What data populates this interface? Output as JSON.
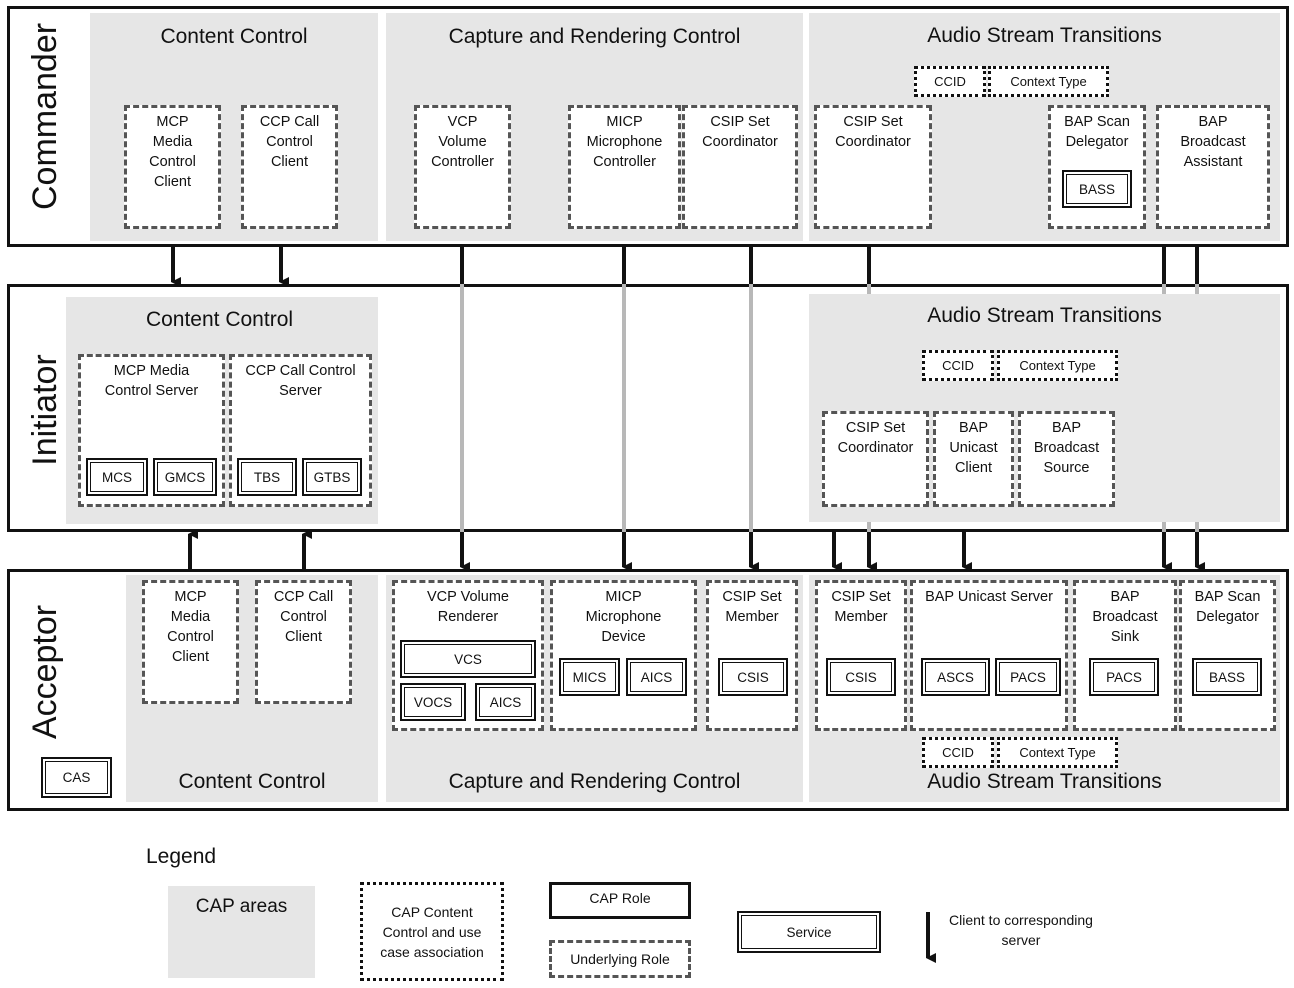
{
  "rows": {
    "commander": "Commander",
    "initiator": "Initiator",
    "acceptor": "Acceptor"
  },
  "commander": {
    "content_control": {
      "title": "Content Control",
      "mcp": "MCP\nMedia\nControl\nClient",
      "ccp": "CCP Call\nControl\nClient"
    },
    "capture": {
      "title": "Capture and Rendering Control",
      "vcp": "VCP\nVolume\nController",
      "micp": "MICP\nMicrophone\nController",
      "csip": "CSIP Set\nCoordinator"
    },
    "audio": {
      "title": "Audio Stream Transitions",
      "ccid": "CCID",
      "context_type": "Context Type",
      "csip": "CSIP Set\nCoordinator",
      "bap_scan": "BAP Scan\nDelegator",
      "bass": "BASS",
      "bap_assistant": "BAP\nBroadcast\nAssistant"
    }
  },
  "initiator": {
    "content_control": {
      "title": "Content Control",
      "mcp": "MCP Media\nControl Server",
      "ccp": "CCP Call Control\nServer",
      "mcs": "MCS",
      "gmcs": "GMCS",
      "tbs": "TBS",
      "gtbs": "GTBS"
    },
    "audio": {
      "title": "Audio Stream Transitions",
      "ccid": "CCID",
      "context_type": "Context Type",
      "csip": "CSIP Set\nCoordinator",
      "bap_unicast": "BAP\nUnicast\nClient",
      "bap_source": "BAP\nBroadcast\nSource"
    }
  },
  "acceptor": {
    "cas": "CAS",
    "content_control": {
      "title": "Content Control",
      "mcp": "MCP\nMedia\nControl\nClient",
      "ccp": "CCP Call\nControl\nClient"
    },
    "capture": {
      "title": "Capture and Rendering Control",
      "vcp": "VCP Volume\nRenderer",
      "vcs": "VCS",
      "vocs": "VOCS",
      "aics": "AICS",
      "micp": "MICP\nMicrophone\nDevice",
      "mics": "MICS",
      "aics2": "AICS",
      "csip": "CSIP Set\nMember",
      "csis": "CSIS"
    },
    "audio": {
      "title": "Audio Stream Transitions",
      "csip": "CSIP Set\nMember",
      "csis": "CSIS",
      "bap_unicast": "BAP Unicast Server",
      "ascs": "ASCS",
      "pacs": "PACS",
      "bap_sink": "BAP\nBroadcast\nSink",
      "pacs2": "PACS",
      "bap_scan": "BAP Scan\nDelegator",
      "bass": "BASS",
      "ccid": "CCID",
      "context_type": "Context Type"
    }
  },
  "legend": {
    "title": "Legend",
    "cap_areas": "CAP areas",
    "content_assoc": "CAP Content\nControl and use\ncase association",
    "cap_role": "CAP Role",
    "underlying_role": "Underlying Role",
    "service": "Service",
    "arrow": "Client to corresponding\nserver"
  },
  "colors": {
    "area": "#e6e6e6",
    "arrow": "#111111",
    "pass_through": "#b8b8b8"
  }
}
